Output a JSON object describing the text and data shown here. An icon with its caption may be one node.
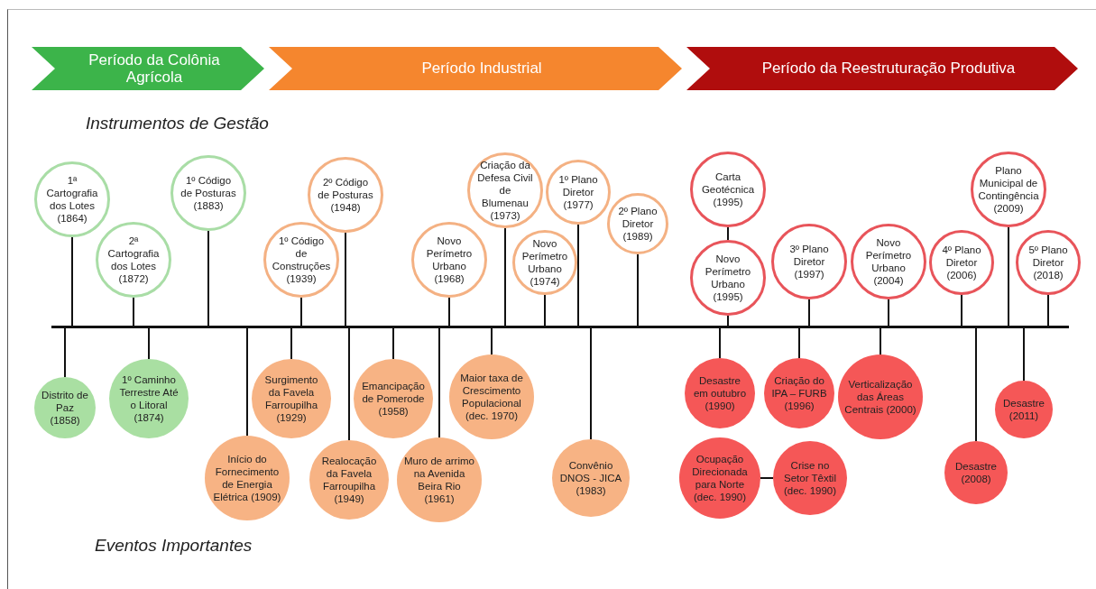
{
  "diagram": {
    "nodes": [
      {
        "text": [
          "Período da Colônia Agrícola"
        ]
      },
      {
        "text": [
          "Período Industrial"
        ]
      },
      {
        "text": [
          "Período da Reestruturação Produtiva"
        ]
      },
      {
        "text": [
          "1ª Cartografia dos Lotes (1864)"
        ]
      },
      {
        "text": [
          "2ª Cartografia dos Lotes (1872)"
        ]
      },
      {
        "text": [
          "1º Código de Posturas (1883)"
        ]
      },
      {
        "text": [
          "1º Código de Construções (1939)"
        ]
      },
      {
        "text": [
          "2º Código de Posturas (1948)"
        ]
      },
      {
        "text": [
          "Novo Perímetro Urbano (1968)"
        ]
      },
      {
        "text": [
          "Criação da Defesa Civil de Blumenau (1973)"
        ]
      },
      {
        "text": [
          "Novo Perímetro Urbano (1974)"
        ]
      },
      {
        "text": [
          "1º Plano Diretor (1977)"
        ]
      },
      {
        "text": [
          "2º Plano Diretor (1989)"
        ]
      },
      {
        "text": [
          "Carta Geotécnica (1995)"
        ]
      },
      {
        "text": [
          "Novo Perímetro Urbano (1995)"
        ]
      },
      {
        "text": [
          "3º Plano Diretor (1997)"
        ]
      },
      {
        "text": [
          "Novo Perímetro Urbano (2004)"
        ]
      },
      {
        "text": [
          "4º Plano Diretor (2006)"
        ]
      },
      {
        "text": [
          "Plano Municipal de Contingência (2009)"
        ]
      },
      {
        "text": [
          "5º Plano Diretor (2018)"
        ]
      },
      {
        "text": [],
        "shape": "bar"
      },
      {
        "text": [
          "Distrito de Paz (1858)"
        ]
      },
      {
        "text": [
          "1º Caminho Terrestre Até o Litoral (1874)"
        ]
      },
      {
        "text": [
          "Início do Fornecimento de Energia Elétrica (1909)"
        ]
      },
      {
        "text": [
          "Surgimento da Favela Farroupilha (1929)"
        ]
      },
      {
        "text": [
          "Realocação da Favela Farroupilha (1949)"
        ]
      },
      {
        "text": [
          "Emancipação de Pomerode (1958)"
        ]
      },
      {
        "text": [
          "Muro de arrimo na Avenida Beira Rio (1961)"
        ]
      },
      {
        "text": [
          "Maior taxa de Crescimento Populacional (dec. 1970)"
        ]
      },
      {
        "text": [
          "Convênio DNOS - JICA (1983)"
        ]
      },
      {
        "text": [
          "Desastre em outubro (1990)"
        ]
      },
      {
        "text": [
          "Criação do IPA – FURB (1996)"
        ]
      },
      {
        "text": [
          "Verticalização das Áreas Centrais (2000)"
        ]
      },
      {
        "text": [
          "Ocupação Direcionada para Norte (dec. 1990)"
        ]
      },
      {
        "text": [
          "Crise no Setor Têxtil (dec. 1990)"
        ]
      },
      {
        "text": [
          "Desastre (2008)"
        ]
      },
      {
        "text": [
          "Desastre (2011)"
        ]
      }
    ],
    "edges": [
      {
        "from": 3,
        "to": 20,
        "arrow": "none"
      },
      {
        "from": 4,
        "to": 20,
        "arrow": "none"
      },
      {
        "from": 5,
        "to": 20,
        "arrow": "none"
      },
      {
        "from": 6,
        "to": 20,
        "arrow": "none"
      },
      {
        "from": 7,
        "to": 20,
        "arrow": "none"
      },
      {
        "from": 8,
        "to": 20,
        "arrow": "none"
      },
      {
        "from": 9,
        "to": 20,
        "arrow": "none"
      },
      {
        "from": 10,
        "to": 20,
        "arrow": "none"
      },
      {
        "from": 11,
        "to": 20,
        "arrow": "none"
      },
      {
        "from": 12,
        "to": 20,
        "arrow": "none"
      },
      {
        "from": 13,
        "to": 14,
        "arrow": "none"
      },
      {
        "from": 14,
        "to": 20,
        "arrow": "none"
      },
      {
        "from": 15,
        "to": 20,
        "arrow": "none"
      },
      {
        "from": 16,
        "to": 20,
        "arrow": "none"
      },
      {
        "from": 17,
        "to": 20,
        "arrow": "none"
      },
      {
        "from": 18,
        "to": 20,
        "arrow": "none"
      },
      {
        "from": 19,
        "to": 20,
        "arrow": "none"
      },
      {
        "from": 21,
        "to": 20,
        "arrow": "none"
      },
      {
        "from": 22,
        "to": 20,
        "arrow": "none"
      },
      {
        "from": 23,
        "to": 20,
        "arrow": "none"
      },
      {
        "from": 24,
        "to": 20,
        "arrow": "none"
      },
      {
        "from": 25,
        "to": 20,
        "arrow": "none"
      },
      {
        "from": 26,
        "to": 20,
        "arrow": "none"
      },
      {
        "from": 27,
        "to": 20,
        "arrow": "none"
      },
      {
        "from": 28,
        "to": 20,
        "arrow": "none"
      },
      {
        "from": 29,
        "to": 20,
        "arrow": "none"
      },
      {
        "from": 30,
        "to": 20,
        "arrow": "none"
      },
      {
        "from": 31,
        "to": 20,
        "arrow": "none"
      },
      {
        "from": 32,
        "to": 20,
        "arrow": "none"
      },
      {
        "from": 33,
        "to": 34,
        "arrow": "none"
      },
      {
        "from": 35,
        "to": 20,
        "arrow": "none"
      },
      {
        "from": 36,
        "to": 20,
        "arrow": "none"
      }
    ],
    "labels": [
      "Instrumentos de Gestão",
      "Eventos Importantes"
    ]
  }
}
